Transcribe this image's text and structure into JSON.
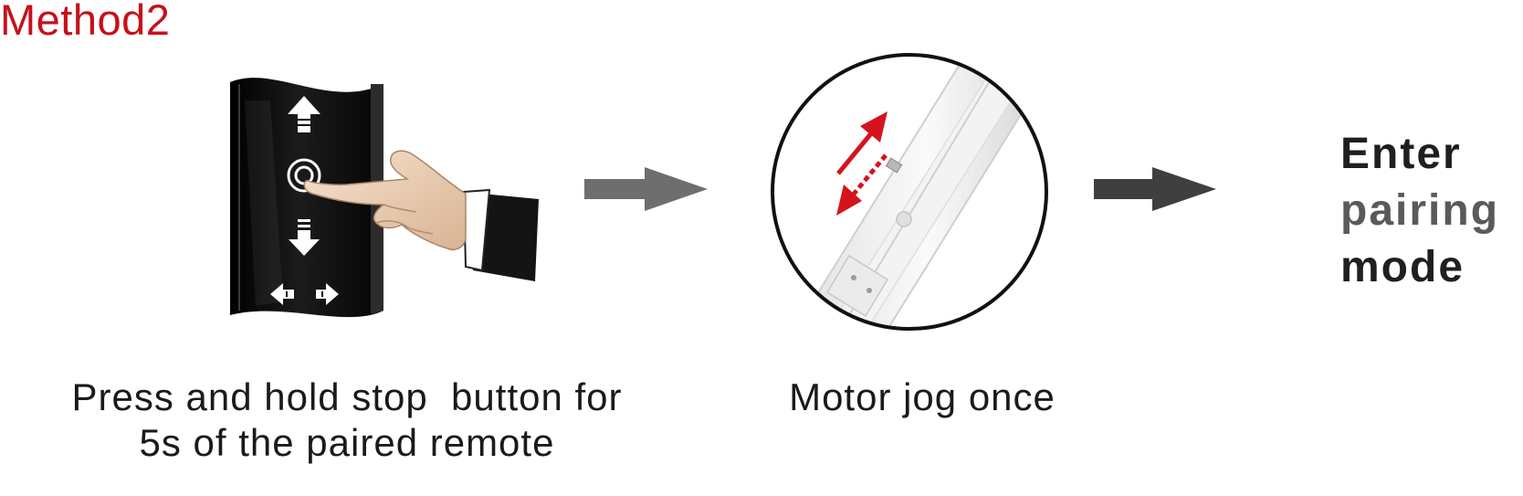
{
  "title": "Method2",
  "step1": {
    "caption_line1": "Press and hold stop  button for",
    "caption_line2": "5s of the paired remote",
    "icons": [
      "up-arrow-icon",
      "stop-button-icon",
      "down-arrow-icon",
      "left-arrow-icon",
      "right-arrow-icon",
      "pointing-hand-icon"
    ]
  },
  "step2": {
    "caption": "Motor jog once",
    "icons": [
      "motor-icon",
      "jog-arrow-icon"
    ]
  },
  "result": {
    "line1": "Enter",
    "line2": "pairing",
    "line3": "mode"
  },
  "colors": {
    "title": "#c8101a",
    "arrow": "#6e6e6e",
    "jog_arrow": "#d4141c",
    "remote": "#111111"
  }
}
